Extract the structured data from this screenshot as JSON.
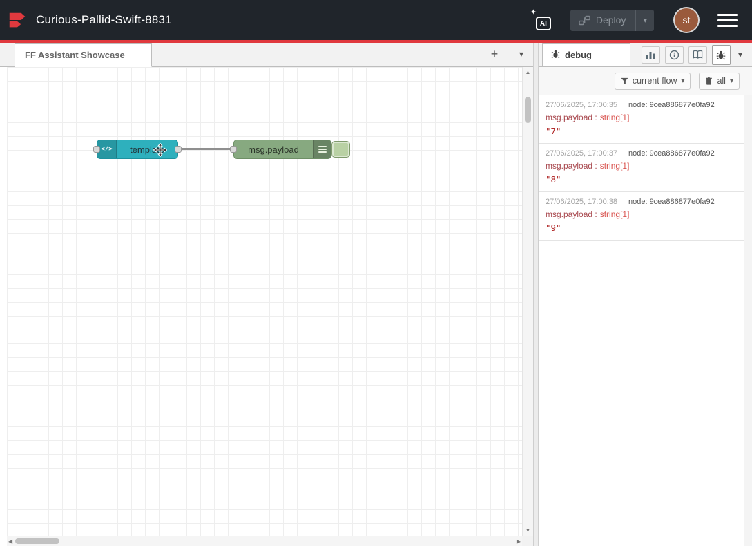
{
  "header": {
    "title": "Curious-Pallid-Swift-8831",
    "ai_label": "AI",
    "deploy_label": "Deploy",
    "avatar_initials": "st"
  },
  "workspace": {
    "tab_label": "FF Assistant Showcase"
  },
  "canvas": {
    "nodes": {
      "template": {
        "label": "template",
        "color": "#2eb0bd"
      },
      "debug": {
        "label": "msg.payload",
        "color": "#87a980"
      }
    }
  },
  "sidebar": {
    "tab_label": "debug",
    "filters": {
      "flow": "current flow",
      "all": "all"
    },
    "messages": [
      {
        "timestamp": "27/06/2025, 17:00:35",
        "node": "node: 9cea886877e0fa92",
        "path": "msg.payload :",
        "type": "string[1]",
        "value": "\"7\""
      },
      {
        "timestamp": "27/06/2025, 17:00:37",
        "node": "node: 9cea886877e0fa92",
        "path": "msg.payload :",
        "type": "string[1]",
        "value": "\"8\""
      },
      {
        "timestamp": "27/06/2025, 17:00:38",
        "node": "node: 9cea886877e0fa92",
        "path": "msg.payload :",
        "type": "string[1]",
        "value": "\"9\""
      }
    ]
  },
  "icons": {
    "plus": "+",
    "chevron_down": "▾",
    "code": "</>",
    "sparkle": "✦",
    "arrow_up": "▲",
    "arrow_down": "▼",
    "arrow_left": "◀",
    "arrow_right": "▶"
  },
  "colors": {
    "header_bg": "#20252b",
    "accent_red": "#e0393e",
    "template_node": "#2eb0bd",
    "debug_node": "#87a980"
  }
}
